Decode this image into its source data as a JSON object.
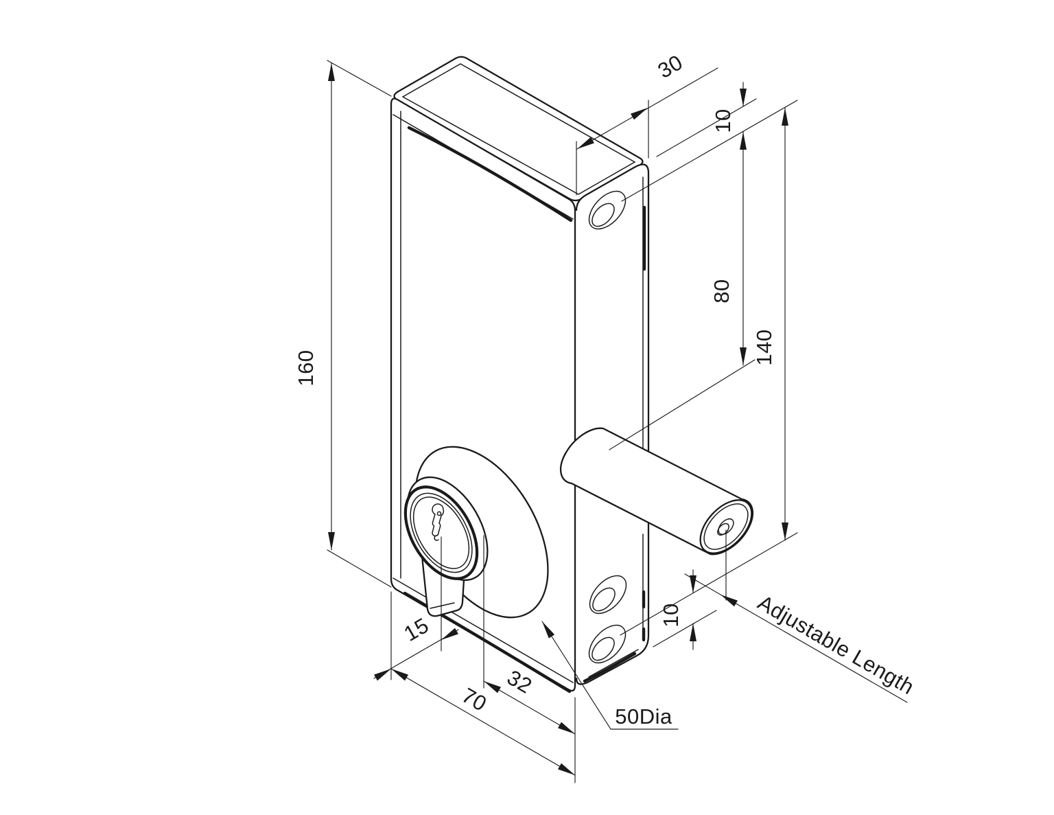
{
  "drawing": {
    "type": "isometric-technical-drawing",
    "subject": "gate lock case with euro cylinder, mounting flange and adjustable bolt",
    "units_shown": "none (bare numbers as printed)"
  },
  "colors": {
    "background": "#ffffff",
    "line": "#1a1a1a"
  },
  "dimensions": {
    "body_height": "160",
    "flange_depth": "30",
    "top_hole_offset": "10",
    "hole_to_bolt": "80",
    "hole_spacing": "140",
    "bottom_hole_offset": "10",
    "cylinder_from_edge": "15",
    "cylinder_to_corner": "32",
    "body_width": "70",
    "escutcheon_dia": "50Dia",
    "bolt_length_note": "Adjustable Length"
  }
}
